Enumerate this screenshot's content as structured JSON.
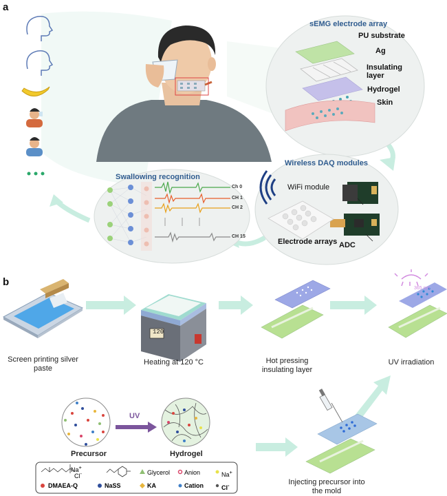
{
  "panel_a": {
    "letter": "a",
    "electrode_array": {
      "title": "sEMG electrode array",
      "layers": [
        "PU substrate",
        "Ag",
        "Insulating",
        "layer",
        "Hydrogel",
        "Skin"
      ]
    },
    "daq": {
      "title": "Wireless DAQ modules",
      "wifi": "WiFi module",
      "electrodes": "Electrode arrays",
      "adc": "ADC"
    },
    "recognition": {
      "title": "Swallowing recognition",
      "channels": [
        "Ch 0",
        "CH 1",
        "CH 2",
        "CH 15"
      ],
      "ellipsis": "..."
    }
  },
  "panel_b": {
    "letter": "b",
    "steps": [
      {
        "line1": "Screen printing silver",
        "line2": "paste"
      },
      {
        "line1": "Heating at 120 °C",
        "line2": ""
      },
      {
        "line1": "Hot pressing",
        "line2": "insulating layer"
      },
      {
        "line1": "UV irradiation",
        "line2": ""
      }
    ],
    "heater_display": "120",
    "uv_wavelength": "365 nm",
    "precursor": "Precursor",
    "hydrogel": "Hydrogel",
    "uv_label": "UV",
    "injecting": {
      "line1": "Injecting precursor into",
      "line2": "the mold"
    },
    "legend": {
      "glycerol": "Glycerol",
      "anion": "Anion",
      "na": "Na",
      "na_sup": "+",
      "dmaea": "DMAEA-Q",
      "nass": "NaSS",
      "ka": "KA",
      "cation": "Cation",
      "cl": "Cl",
      "cl_sup": "-",
      "chem_na": "Na",
      "chem_na_sup": "+",
      "chem_cl": "Cl",
      "chem_cl_sup": "-"
    }
  },
  "colors": {
    "arrow": "#c8ede0",
    "title_blue": "#2f5c8f",
    "purple": "#7b559c",
    "dmaea": "#d9453e",
    "nass": "#2f4e9c",
    "glycerol": "#8fbf73",
    "anion": "#d9456a",
    "ka": "#e8b63c",
    "cation": "#3f7fc7",
    "na": "#e8e24a",
    "cl": "#555555"
  }
}
